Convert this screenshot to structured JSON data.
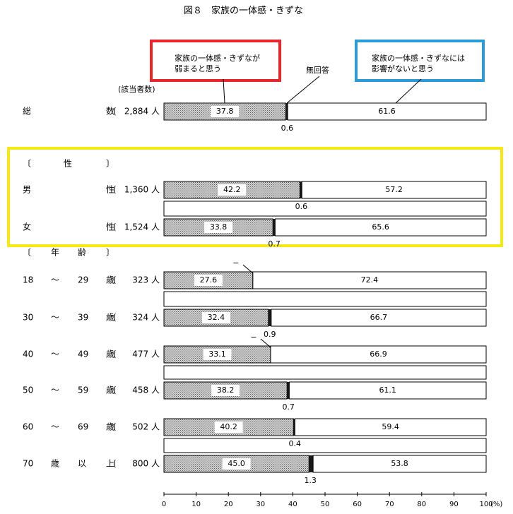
{
  "title": "図８　家族の一体感・きずな",
  "legend": {
    "weaken": [
      "家族の一体感・きずなが",
      "弱まると思う"
    ],
    "no_answer": "無回答",
    "no_effect": [
      "家族の一体感・きずなには",
      "影響がないと思う"
    ]
  },
  "respondents_label": "(該当者数)",
  "colors": {
    "highlight_red": "#e8262c",
    "highlight_blue": "#2a9bd6",
    "highlight_yellow": "#f2ea12",
    "bar_weaken": "#b8b8b8",
    "bar_no_answer": "#1a1a1a",
    "bar_no_effect": "#ffffff"
  },
  "chart_data": {
    "type": "bar",
    "orientation": "horizontal-stacked",
    "title": "図８　家族の一体感・きずな",
    "series_names": [
      "家族の一体感・きずなが弱まると思う",
      "無回答",
      "家族の一体感・きずなには影響がないと思う"
    ],
    "x_ticks": [
      "0",
      "10",
      "20",
      "30",
      "40",
      "50",
      "60",
      "70",
      "80",
      "90",
      "100"
    ],
    "x_unit": "(%)",
    "xlim": [
      0,
      100
    ],
    "groups": [
      {
        "header": "",
        "rows": [
          {
            "label": [
              "総",
              "数"
            ],
            "n": "2,884 人",
            "values": [
              37.8,
              0.6,
              61.6
            ],
            "labels": [
              "37.8",
              "0.6",
              "61.6"
            ]
          }
        ]
      },
      {
        "header": [
          "〔",
          "性",
          "〕"
        ],
        "rows": [
          {
            "label": [
              "男",
              "性"
            ],
            "n": "1,360 人",
            "values": [
              42.2,
              0.6,
              57.2
            ],
            "labels": [
              "42.2",
              "0.6",
              "57.2"
            ]
          },
          {
            "label": [
              "女",
              "性"
            ],
            "n": "1,524 人",
            "values": [
              33.8,
              0.7,
              65.6
            ],
            "labels": [
              "33.8",
              "0.7",
              "65.6"
            ]
          }
        ]
      },
      {
        "header": [
          "〔",
          "年",
          "齢",
          "〕"
        ],
        "rows": [
          {
            "label": [
              "18",
              "〜",
              "29",
              "歳"
            ],
            "n": "323 人",
            "values": [
              27.6,
              0,
              72.4
            ],
            "labels": [
              "27.6",
              "−",
              "72.4"
            ]
          },
          {
            "label": [
              "30",
              "〜",
              "39",
              "歳"
            ],
            "n": "324 人",
            "values": [
              32.4,
              0.9,
              66.7
            ],
            "labels": [
              "32.4",
              "0.9",
              "66.7"
            ]
          },
          {
            "label": [
              "40",
              "〜",
              "49",
              "歳"
            ],
            "n": "477 人",
            "values": [
              33.1,
              0,
              66.9
            ],
            "labels": [
              "33.1",
              "−",
              "66.9"
            ]
          },
          {
            "label": [
              "50",
              "〜",
              "59",
              "歳"
            ],
            "n": "458 人",
            "values": [
              38.2,
              0.7,
              61.1
            ],
            "labels": [
              "38.2",
              "0.7",
              "61.1"
            ]
          },
          {
            "label": [
              "60",
              "〜",
              "69",
              "歳"
            ],
            "n": "502 人",
            "values": [
              40.2,
              0.4,
              59.4
            ],
            "labels": [
              "40.2",
              "0.4",
              "59.4"
            ]
          },
          {
            "label": [
              "70",
              "歳",
              "以",
              "上"
            ],
            "n": "800 人",
            "values": [
              45.0,
              1.3,
              53.8
            ],
            "labels": [
              "45.0",
              "1.3",
              "53.8"
            ]
          }
        ]
      }
    ]
  }
}
